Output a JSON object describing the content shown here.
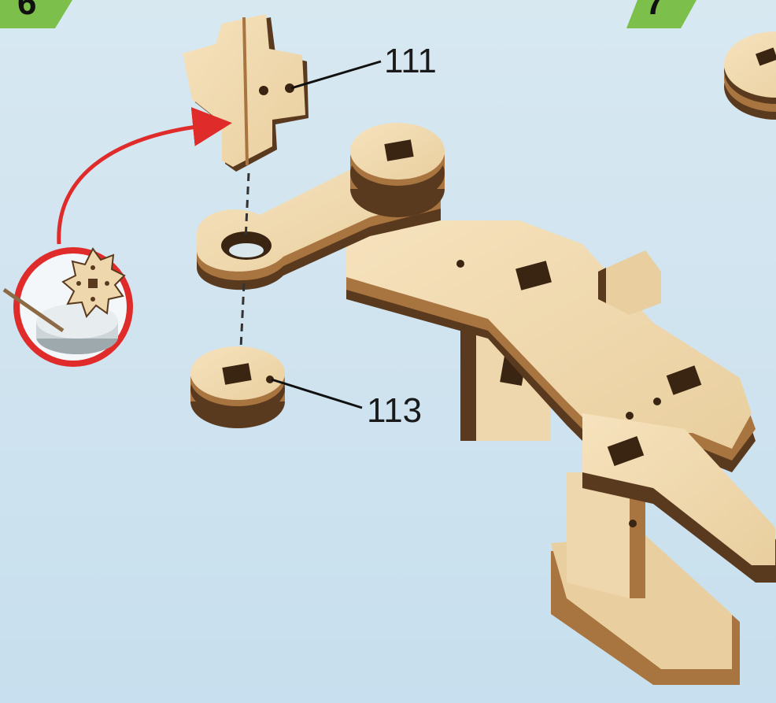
{
  "steps": [
    {
      "number": "6",
      "tab_color": "#7cc04b"
    },
    {
      "number": "7",
      "tab_color": "#7cc04b"
    }
  ],
  "parts": [
    {
      "id": "111",
      "label": "111",
      "icon": "cross-piece-icon"
    },
    {
      "id": "113",
      "label": "113",
      "icon": "disc-washer-icon"
    }
  ],
  "glue_hint": {
    "icon": "glue-pot-with-gear-icon",
    "arrow_color": "#e02b2b"
  },
  "colors": {
    "background": "#d3e6f0",
    "wood_face": "#efd7ad",
    "wood_edge": "#a8743f",
    "wood_dark_layer": "#5a3a1e",
    "hole": "#3a2412"
  }
}
